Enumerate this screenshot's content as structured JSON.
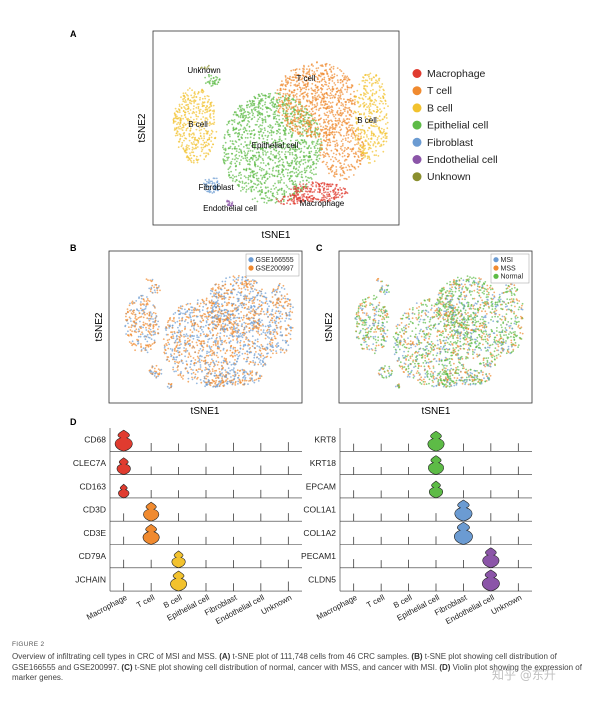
{
  "panel_labels": {
    "a": "A",
    "b": "B",
    "c": "C",
    "d": "D"
  },
  "legend_a": [
    {
      "label": "Macrophage",
      "color": "#e03b2f"
    },
    {
      "label": "T cell",
      "color": "#f08a2f"
    },
    {
      "label": "B cell",
      "color": "#f2c22e"
    },
    {
      "label": "Epithelial cell",
      "color": "#5dbb46"
    },
    {
      "label": "Fibroblast",
      "color": "#6b9bd2"
    },
    {
      "label": "Endothelial cell",
      "color": "#8b55a8"
    },
    {
      "label": "Unknown",
      "color": "#8a8f2e"
    }
  ],
  "tsne_a_labels": {
    "unknown": "Unknown",
    "tcell": "T cell",
    "bcell_left": "B cell",
    "bcell_right": "B cell",
    "epithelial": "Epithelial cell",
    "fibroblast": "Fibroblast",
    "endothelial": "Endothelial cell",
    "macrophage": "Macrophage"
  },
  "axes": {
    "x": "tSNE1",
    "y": "tSNE2"
  },
  "legend_b": [
    {
      "label": "GSE166555",
      "color": "#6b9bd2"
    },
    {
      "label": "GSE200997",
      "color": "#f08a2f"
    }
  ],
  "legend_c": [
    {
      "label": "MSI",
      "color": "#6b9bd2"
    },
    {
      "label": "MSS",
      "color": "#f08a2f"
    },
    {
      "label": "Normal",
      "color": "#5dbb46"
    }
  ],
  "chart_data": {
    "type": "violin",
    "cell_types": [
      "Macrophage",
      "T cell",
      "B cell",
      "Epithelial cell",
      "Fibroblast",
      "Endothelial cell",
      "Unknown"
    ],
    "cell_colors": [
      "#e03b2f",
      "#f08a2f",
      "#f2c22e",
      "#5dbb46",
      "#6b9bd2",
      "#8b55a8",
      "#8a8f2e"
    ],
    "left_genes": [
      "CD68",
      "CLEC7A",
      "CD163",
      "CD3D",
      "CD3E",
      "CD79A",
      "JCHAIN"
    ],
    "right_genes": [
      "KRT8",
      "KRT18",
      "EPCAM",
      "COL1A1",
      "COL1A2",
      "PECAM1",
      "CLDN5"
    ],
    "left_expression": [
      [
        0.9,
        0.06,
        0.04,
        0.05,
        0.07,
        0.06,
        0.1
      ],
      [
        0.7,
        0.05,
        0.03,
        0.04,
        0.04,
        0.1,
        0.06
      ],
      [
        0.55,
        0.04,
        0.03,
        0.04,
        0.05,
        0.05,
        0.05
      ],
      [
        0.04,
        0.8,
        0.05,
        0.03,
        0.03,
        0.03,
        0.05
      ],
      [
        0.04,
        0.85,
        0.04,
        0.03,
        0.03,
        0.03,
        0.04
      ],
      [
        0.05,
        0.05,
        0.7,
        0.04,
        0.03,
        0.03,
        0.05
      ],
      [
        0.06,
        0.05,
        0.85,
        0.05,
        0.04,
        0.04,
        0.12
      ]
    ],
    "right_expression": [
      [
        0.03,
        0.03,
        0.03,
        0.85,
        0.04,
        0.05,
        0.05
      ],
      [
        0.03,
        0.03,
        0.03,
        0.8,
        0.05,
        0.06,
        0.05
      ],
      [
        0.03,
        0.02,
        0.03,
        0.7,
        0.03,
        0.03,
        0.04
      ],
      [
        0.03,
        0.03,
        0.03,
        0.05,
        0.9,
        0.05,
        0.04
      ],
      [
        0.03,
        0.03,
        0.03,
        0.05,
        0.95,
        0.06,
        0.04
      ],
      [
        0.08,
        0.03,
        0.05,
        0.04,
        0.04,
        0.85,
        0.04
      ],
      [
        0.03,
        0.02,
        0.03,
        0.03,
        0.03,
        0.9,
        0.04
      ]
    ]
  },
  "caption": {
    "label": "FIGURE 2",
    "intro": "Overview of infiltrating cell types in CRC of MSI and MSS. ",
    "a_tag": "(A)",
    "a_text": " t-SNE plot of 111,748 cells from 46 CRC samples. ",
    "b_tag": "(B)",
    "b_text": " t-SNE plot showing cell distribution of GSE166555 and GSE200997. ",
    "c_tag": "(C)",
    "c_text": " t-SNE plot showing cell distribution of normal, cancer with MSS, and cancer with MSI. ",
    "d_tag": "(D)",
    "d_text": " Violin plot showing the expression of marker genes."
  },
  "watermark": "知乎 @东升"
}
